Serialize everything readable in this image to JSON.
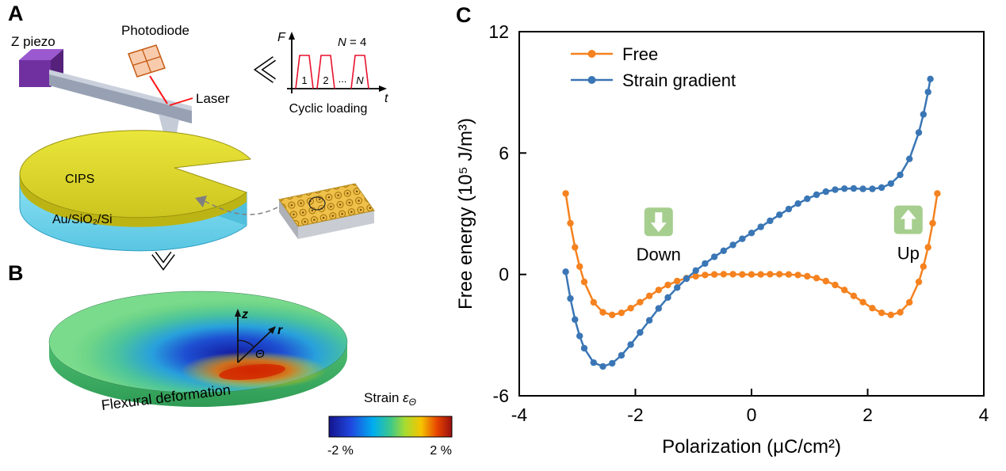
{
  "figure": {
    "panelA": {
      "label": "A",
      "z_piezo_label": "Z piezo",
      "photodiode_label": "Photodiode",
      "laser_label": "Laser",
      "cips_label": "CIPS",
      "substrate_label": "Au/SiO₂/Si",
      "inset": {
        "f_axis": "F",
        "t_axis": "t",
        "n_italic": "N",
        "n_rest": " = 4",
        "pulse_1": "1",
        "pulse_2": "2",
        "pulse_dots": "...",
        "pulse_n": "N",
        "caption": "Cyclic loading"
      }
    },
    "panelB": {
      "label": "B",
      "axis_z": "z",
      "axis_r": "r",
      "axis_theta": "Θ",
      "deformation_label": "Flexural deformation",
      "colorbar": {
        "title_prefix": "Strain ",
        "title_symbol": "ε",
        "title_sub": "Θ",
        "min_label": "-2 %",
        "max_label": "2 %"
      }
    },
    "panelC": {
      "label": "C"
    }
  },
  "chart_data": {
    "type": "line",
    "title": "",
    "xlabel": "Polarization (μC/cm²)",
    "ylabel": "Free energy (10⁵ J/m³)",
    "xlim": [
      -4,
      4
    ],
    "ylim": [
      -6,
      12
    ],
    "x_ticks": [
      -4,
      -2,
      0,
      2,
      4
    ],
    "y_ticks": [
      12,
      6,
      0,
      -6
    ],
    "grid": false,
    "legend_position": "top-left",
    "series": [
      {
        "name": "Free",
        "color": "#F5821F",
        "marker": "circle",
        "points": [
          [
            -3.2,
            4.0
          ],
          [
            -3.12,
            2.53
          ],
          [
            -3.04,
            1.34
          ],
          [
            -2.96,
            0.39
          ],
          [
            -2.88,
            -0.37
          ],
          [
            -2.72,
            -1.38
          ],
          [
            -2.56,
            -1.87
          ],
          [
            -2.4,
            -2.0
          ],
          [
            -2.24,
            -1.9
          ],
          [
            -2.08,
            -1.67
          ],
          [
            -1.92,
            -1.37
          ],
          [
            -1.76,
            -1.06
          ],
          [
            -1.6,
            -0.77
          ],
          [
            -1.44,
            -0.52
          ],
          [
            -1.28,
            -0.33
          ],
          [
            -1.12,
            -0.18
          ],
          [
            -0.96,
            -0.09
          ],
          [
            -0.8,
            -0.03
          ],
          [
            -0.64,
            0.0
          ],
          [
            -0.48,
            0.01
          ],
          [
            -0.32,
            0.01
          ],
          [
            -0.16,
            0.0
          ],
          [
            0,
            0
          ],
          [
            0.16,
            0.0
          ],
          [
            0.32,
            0.01
          ],
          [
            0.48,
            0.01
          ],
          [
            0.64,
            0.0
          ],
          [
            0.8,
            -0.03
          ],
          [
            0.96,
            -0.09
          ],
          [
            1.12,
            -0.18
          ],
          [
            1.28,
            -0.33
          ],
          [
            1.44,
            -0.52
          ],
          [
            1.6,
            -0.77
          ],
          [
            1.76,
            -1.06
          ],
          [
            1.92,
            -1.37
          ],
          [
            2.08,
            -1.67
          ],
          [
            2.24,
            -1.9
          ],
          [
            2.4,
            -2.0
          ],
          [
            2.56,
            -1.87
          ],
          [
            2.72,
            -1.38
          ],
          [
            2.88,
            -0.37
          ],
          [
            2.96,
            0.39
          ],
          [
            3.04,
            1.34
          ],
          [
            3.12,
            2.53
          ],
          [
            3.2,
            4.0
          ]
        ]
      },
      {
        "name": "Strain gradient",
        "color": "#3A76B5",
        "marker": "circle",
        "points": [
          [
            -3.2,
            0.13
          ],
          [
            -3.12,
            -1.19
          ],
          [
            -3.04,
            -2.23
          ],
          [
            -2.96,
            -3.04
          ],
          [
            -2.88,
            -3.65
          ],
          [
            -2.72,
            -4.36
          ],
          [
            -2.56,
            -4.55
          ],
          [
            -2.4,
            -4.39
          ],
          [
            -2.24,
            -4.0
          ],
          [
            -2.08,
            -3.47
          ],
          [
            -1.92,
            -2.87
          ],
          [
            -1.76,
            -2.27
          ],
          [
            -1.6,
            -1.68
          ],
          [
            -1.44,
            -1.14
          ],
          [
            -1.28,
            -0.65
          ],
          [
            -1.12,
            -0.21
          ],
          [
            -0.96,
            0.19
          ],
          [
            -0.8,
            0.54
          ],
          [
            -0.64,
            0.87
          ],
          [
            -0.48,
            1.17
          ],
          [
            -0.32,
            1.46
          ],
          [
            -0.16,
            1.76
          ],
          [
            0,
            2.05
          ],
          [
            0.16,
            2.35
          ],
          [
            0.32,
            2.65
          ],
          [
            0.48,
            2.95
          ],
          [
            0.64,
            3.23
          ],
          [
            0.8,
            3.5
          ],
          [
            0.96,
            3.74
          ],
          [
            1.12,
            3.94
          ],
          [
            1.28,
            4.09
          ],
          [
            1.44,
            4.19
          ],
          [
            1.6,
            4.24
          ],
          [
            1.76,
            4.25
          ],
          [
            1.92,
            4.23
          ],
          [
            2.08,
            4.23
          ],
          [
            2.24,
            4.29
          ],
          [
            2.4,
            4.49
          ],
          [
            2.56,
            4.92
          ],
          [
            2.72,
            5.71
          ],
          [
            2.88,
            7.01
          ],
          [
            2.96,
            7.91
          ],
          [
            3.04,
            9.02
          ],
          [
            3.08,
            9.66
          ]
        ]
      }
    ],
    "annotations": [
      {
        "label": "Down",
        "direction": "down",
        "x": -1.6,
        "y": 2.6,
        "label_y": 0.7,
        "box_color": "#A6CE8E"
      },
      {
        "label": "Up",
        "direction": "up",
        "x": 2.7,
        "y": 2.7,
        "label_y": 0.75,
        "box_color": "#A6CE8E"
      }
    ]
  }
}
